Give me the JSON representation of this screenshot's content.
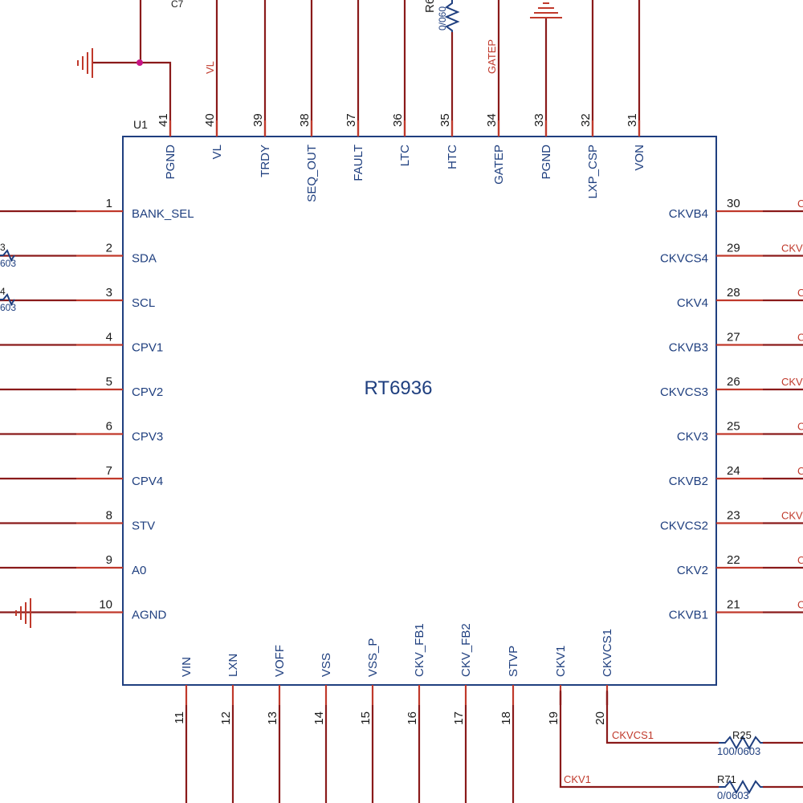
{
  "chip": {
    "ref": "U1",
    "part": "RT6936"
  },
  "pins_top": [
    {
      "num": "41",
      "name": "PGND"
    },
    {
      "num": "40",
      "name": "VL"
    },
    {
      "num": "39",
      "name": "TRDY"
    },
    {
      "num": "38",
      "name": "SEQ_OUT"
    },
    {
      "num": "37",
      "name": "FAULT"
    },
    {
      "num": "36",
      "name": "LTC"
    },
    {
      "num": "35",
      "name": "HTC"
    },
    {
      "num": "34",
      "name": "GATEP"
    },
    {
      "num": "33",
      "name": "PGND"
    },
    {
      "num": "32",
      "name": "LXP_CSP"
    },
    {
      "num": "31",
      "name": "VON"
    }
  ],
  "pins_left": [
    {
      "num": "1",
      "name": "BANK_SEL"
    },
    {
      "num": "2",
      "name": "SDA"
    },
    {
      "num": "3",
      "name": "SCL"
    },
    {
      "num": "4",
      "name": "CPV1"
    },
    {
      "num": "5",
      "name": "CPV2"
    },
    {
      "num": "6",
      "name": "CPV3"
    },
    {
      "num": "7",
      "name": "CPV4"
    },
    {
      "num": "8",
      "name": "STV"
    },
    {
      "num": "9",
      "name": "A0"
    },
    {
      "num": "10",
      "name": "AGND"
    }
  ],
  "pins_right": [
    {
      "num": "30",
      "name": "CKVB4"
    },
    {
      "num": "29",
      "name": "CKVCS4"
    },
    {
      "num": "28",
      "name": "CKV4"
    },
    {
      "num": "27",
      "name": "CKVB3"
    },
    {
      "num": "26",
      "name": "CKVCS3"
    },
    {
      "num": "25",
      "name": "CKV3"
    },
    {
      "num": "24",
      "name": "CKVB2"
    },
    {
      "num": "23",
      "name": "CKVCS2"
    },
    {
      "num": "22",
      "name": "CKV2"
    },
    {
      "num": "21",
      "name": "CKVB1"
    }
  ],
  "pins_bottom": [
    {
      "num": "11",
      "name": "VIN"
    },
    {
      "num": "12",
      "name": "LXN"
    },
    {
      "num": "13",
      "name": "VOFF"
    },
    {
      "num": "14",
      "name": "VSS"
    },
    {
      "num": "15",
      "name": "VSS_P"
    },
    {
      "num": "16",
      "name": "CKV_FB1"
    },
    {
      "num": "17",
      "name": "CKV_FB2"
    },
    {
      "num": "18",
      "name": "STVP"
    },
    {
      "num": "19",
      "name": "CKV1"
    },
    {
      "num": "20",
      "name": "CKVCS1"
    }
  ],
  "top_nets": {
    "vl": "VL",
    "gatep": "GATEP"
  },
  "top_labels": {
    "c7": "C7",
    "r6_ref": "R6",
    "r6_val": "0/060"
  },
  "left_clipped": {
    "sda_ref": "3",
    "sda_val": "603",
    "scl_ref": "4",
    "scl_val": "603"
  },
  "right_clipped": [
    "C",
    "CKV",
    "C",
    "C",
    "CKV",
    "C",
    "C",
    "CKV",
    "C",
    "C"
  ],
  "bottom_nets": {
    "ckvcs1": "CKVCS1",
    "ckv1": "CKV1"
  },
  "resistors": [
    {
      "ref": "R25",
      "value": "100/0603"
    },
    {
      "ref": "R71",
      "value": "0/0603"
    }
  ],
  "colors": {
    "wire": "#8a1a1a",
    "pin": "#c0392b",
    "body": "#1f3f7f",
    "junction": "#c71585"
  }
}
